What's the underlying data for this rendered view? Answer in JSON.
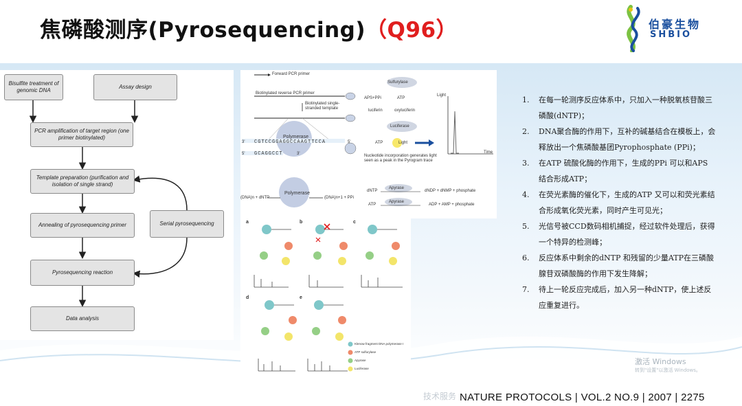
{
  "header": {
    "title_main": "焦磷酸测序(Pyrosequencing)",
    "title_q": "（Q96）",
    "logo_cn": "伯豪生物",
    "logo_en": "SHBIO"
  },
  "flowchart": {
    "boxes": [
      {
        "id": "bisulfite",
        "label": "Bisulfite treatment of genomic DNA"
      },
      {
        "id": "assay",
        "label": "Assay design"
      },
      {
        "id": "pcr",
        "label": "PCR amplification of target region (one primer biotinylated)"
      },
      {
        "id": "template",
        "label": "Template preparation (purification and isolation of single strand)"
      },
      {
        "id": "annealing",
        "label": "Annealing of pyrosequencing primer"
      },
      {
        "id": "serial",
        "label": "Serial pyrosequencing"
      },
      {
        "id": "reaction",
        "label": "Pyrosequencing reaction"
      },
      {
        "id": "analysis",
        "label": "Data analysis"
      }
    ]
  },
  "diagram_top": {
    "forward_primer": "Forward PCR primer",
    "reverse_primer": "Biotinylated reverse PCR primer",
    "single_strand": "Biotinylated single-stranded template",
    "polymerase": "Polymerase",
    "seq_top": "CGTCCGGAGGCCAAGTTCCA",
    "seq_bottom": "GCAGGCCT",
    "end_3": "3'",
    "end_5": "5'",
    "sulfurylase": "Sulfurylase",
    "aps_ppi": "APS+PPi",
    "atp": "ATP",
    "luciferin": "luciferin",
    "oxyluciferin": "oxyluciferin",
    "luciferase": "Luciferase",
    "light": "Light",
    "time": "Time",
    "caption": "Nucleotide incorporation generates light seen as a peak in the Pyrogram trace",
    "reaction_left": "(DNA)n + dNTP",
    "reaction_right": "(DNA)n+1 + PPi",
    "dntp": "dNTP",
    "apyrase": "Apyrase",
    "apyrase_out1": "dNDP + dNMP + phosphate",
    "apyrase_out2": "ADP + AMP + phosphate"
  },
  "diagram_bottom": {
    "panels": [
      "a",
      "b",
      "c",
      "d",
      "e"
    ],
    "legend": [
      "Klenow fragment DNA polymerase I",
      "ATP sulfurylase",
      "Apyrase",
      "Luciferase"
    ]
  },
  "steps": [
    {
      "num": "1.",
      "text": "在每一轮测序反应体系中，只加入一种脱氧核苷酸三磷酸(dNTP)；"
    },
    {
      "num": "2.",
      "text": "DNA聚合酶的作用下，互补的碱基结合在模板上，会释放出一个焦磷酸基团Pyrophosphate (PPi)；"
    },
    {
      "num": "3.",
      "text": "在ATP 硫酸化酶的作用下，生成的PPi 可以和APS 结合形成ATP；"
    },
    {
      "num": "4.",
      "text": "在荧光素酶的催化下，生成的ATP 又可以和荧光素结合形成氧化荧光素，同时产生可见光；"
    },
    {
      "num": "5.",
      "text": "光信号被CCD数码相机捕捉，经过软件处理后，获得一个特异的检测峰；"
    },
    {
      "num": "6.",
      "text": "反应体系中剩余的dNTP 和残留的少量ATP在三磷酸腺苷双磷酸酶的作用下发生降解；"
    },
    {
      "num": "7.",
      "text": "待上一轮反应完成后，加入另一种dNTP，使上述反应重复进行。"
    }
  ],
  "watermark": {
    "line1": "激活 Windows",
    "line2": "转到\"设置\"以激活 Windows。"
  },
  "footer": {
    "faded": "技术服务",
    "citation": "NATURE PROTOCOLS | VOL.2 NO.9 | 2007 | 2275"
  },
  "colors": {
    "title_accent": "#e01e1e",
    "brand_blue": "#1a4f9e",
    "brand_green": "#7cc242"
  }
}
